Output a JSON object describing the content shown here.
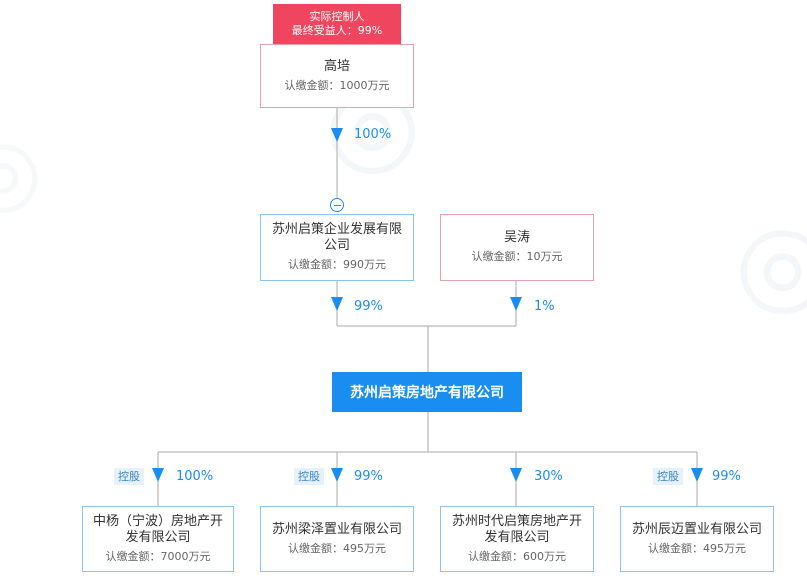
{
  "controller_badge": {
    "line1": "实际控制人",
    "line2": "最终受益人：99%"
  },
  "shareholders": [
    {
      "id": "gaopei",
      "name": "高培",
      "amount": "认缴金额：1000万元",
      "pct": "100%"
    },
    {
      "id": "qice",
      "name": "苏州启策企业发展有限公司",
      "amount": "认缴金额：990万元",
      "pct": "99%"
    },
    {
      "id": "wutao",
      "name": "吴涛",
      "amount": "认缴金额：10万元",
      "pct": "1%"
    }
  ],
  "root": {
    "name": "苏州启策房地产有限公司"
  },
  "investments": [
    {
      "id": "zhongyang",
      "tag": "控股",
      "pct": "100%",
      "name": "中杨（宁波）房地产开发有限公司",
      "amount": "认缴金额：7000万元"
    },
    {
      "id": "liangze",
      "tag": "控股",
      "pct": "99%",
      "name": "苏州梁泽置业有限公司",
      "amount": "认缴金额：495万元"
    },
    {
      "id": "shidai",
      "tag": "",
      "pct": "30%",
      "name": "苏州时代启策房地产开发有限公司",
      "amount": "认缴金额：600万元"
    },
    {
      "id": "chenmai",
      "tag": "控股",
      "pct": "99%",
      "name": "苏州辰迈置业有限公司",
      "amount": "认缴金额：495万元"
    }
  ],
  "colors": {
    "accent": "#1a8ef0",
    "badge": "#f0455e",
    "line": "#aaaaaa"
  }
}
